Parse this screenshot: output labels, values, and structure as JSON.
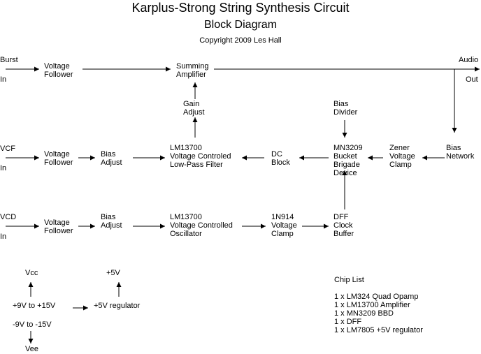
{
  "title": "Karplus-Strong String Synthesis Circuit",
  "subtitle": "Block Diagram",
  "copyright": "Copyright 2009 Les Hall",
  "io": {
    "burst": "Burst",
    "burst_in": "In",
    "vcf": "VCF",
    "vcf_in": "In",
    "vcd": "VCD",
    "vcd_in": "In",
    "audio": "Audio",
    "audio_out": "Out"
  },
  "blocks": {
    "burst_follower": [
      "Voltage",
      "Follower"
    ],
    "summing_amp": [
      "Summing",
      "Amplifier"
    ],
    "gain_adjust": [
      "Gain",
      "Adjust"
    ],
    "bias_divider": [
      "Bias",
      "Divider"
    ],
    "vcf_follower": [
      "Voltage",
      "Follower"
    ],
    "vcf_bias_adjust": [
      "Bias",
      "Adjust"
    ],
    "lowpass_filter": [
      "LM13700",
      "Voltage Controled",
      "Low-Pass Filter"
    ],
    "dc_block": [
      "DC",
      "Block"
    ],
    "bbd": [
      "MN3209",
      "Bucket",
      "Brigade",
      "Device"
    ],
    "zener_clamp": [
      "Zener",
      "Voltage",
      "Clamp"
    ],
    "bias_network": [
      "Bias",
      "Network"
    ],
    "vcd_follower": [
      "Voltage",
      "Follower"
    ],
    "vcd_bias_adjust": [
      "Bias",
      "Adjust"
    ],
    "vco": [
      "LM13700",
      "Voltage Controlled",
      "Oscillator"
    ],
    "voltage_clamp": [
      "1N914",
      "Voltage",
      "Clamp"
    ],
    "dff_buffer": [
      "DFF",
      "Clock",
      "Buffer"
    ]
  },
  "power": {
    "vcc": "Vcc",
    "pos_supply": "+9V to +15V",
    "neg_supply": "-9V to -15V",
    "vee": "Vee",
    "plus5v": "+5V",
    "regulator": "+5V regulator"
  },
  "chip_list": {
    "heading": "Chip List",
    "items": [
      "1 x LM324 Quad Opamp",
      "1 x LM13700 Amplifier",
      "1 x MN3209 BBD",
      "1 x DFF",
      "1 x LM7805 +5V regulator"
    ]
  }
}
